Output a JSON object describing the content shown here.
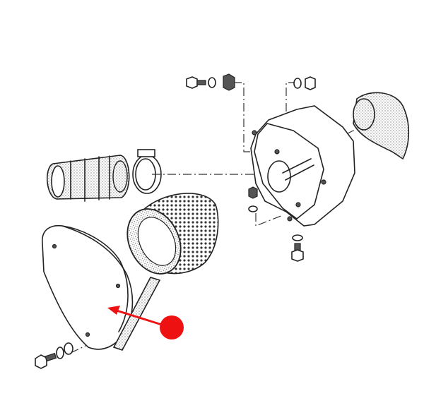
{
  "diagram": {
    "type": "exploded-parts-diagram",
    "parts": [
      "intake-hose",
      "hose-clamp",
      "air-filter-housing",
      "intake-bell",
      "air-filter-element",
      "filter-cover-plate",
      "seal-strip",
      "bolts-and-nuts"
    ],
    "highlight": {
      "target": "filter-cover-plate",
      "marker_color": "#ee1111",
      "arrow_color": "#ee1111"
    },
    "line_color": "#222222",
    "background": "#ffffff"
  }
}
